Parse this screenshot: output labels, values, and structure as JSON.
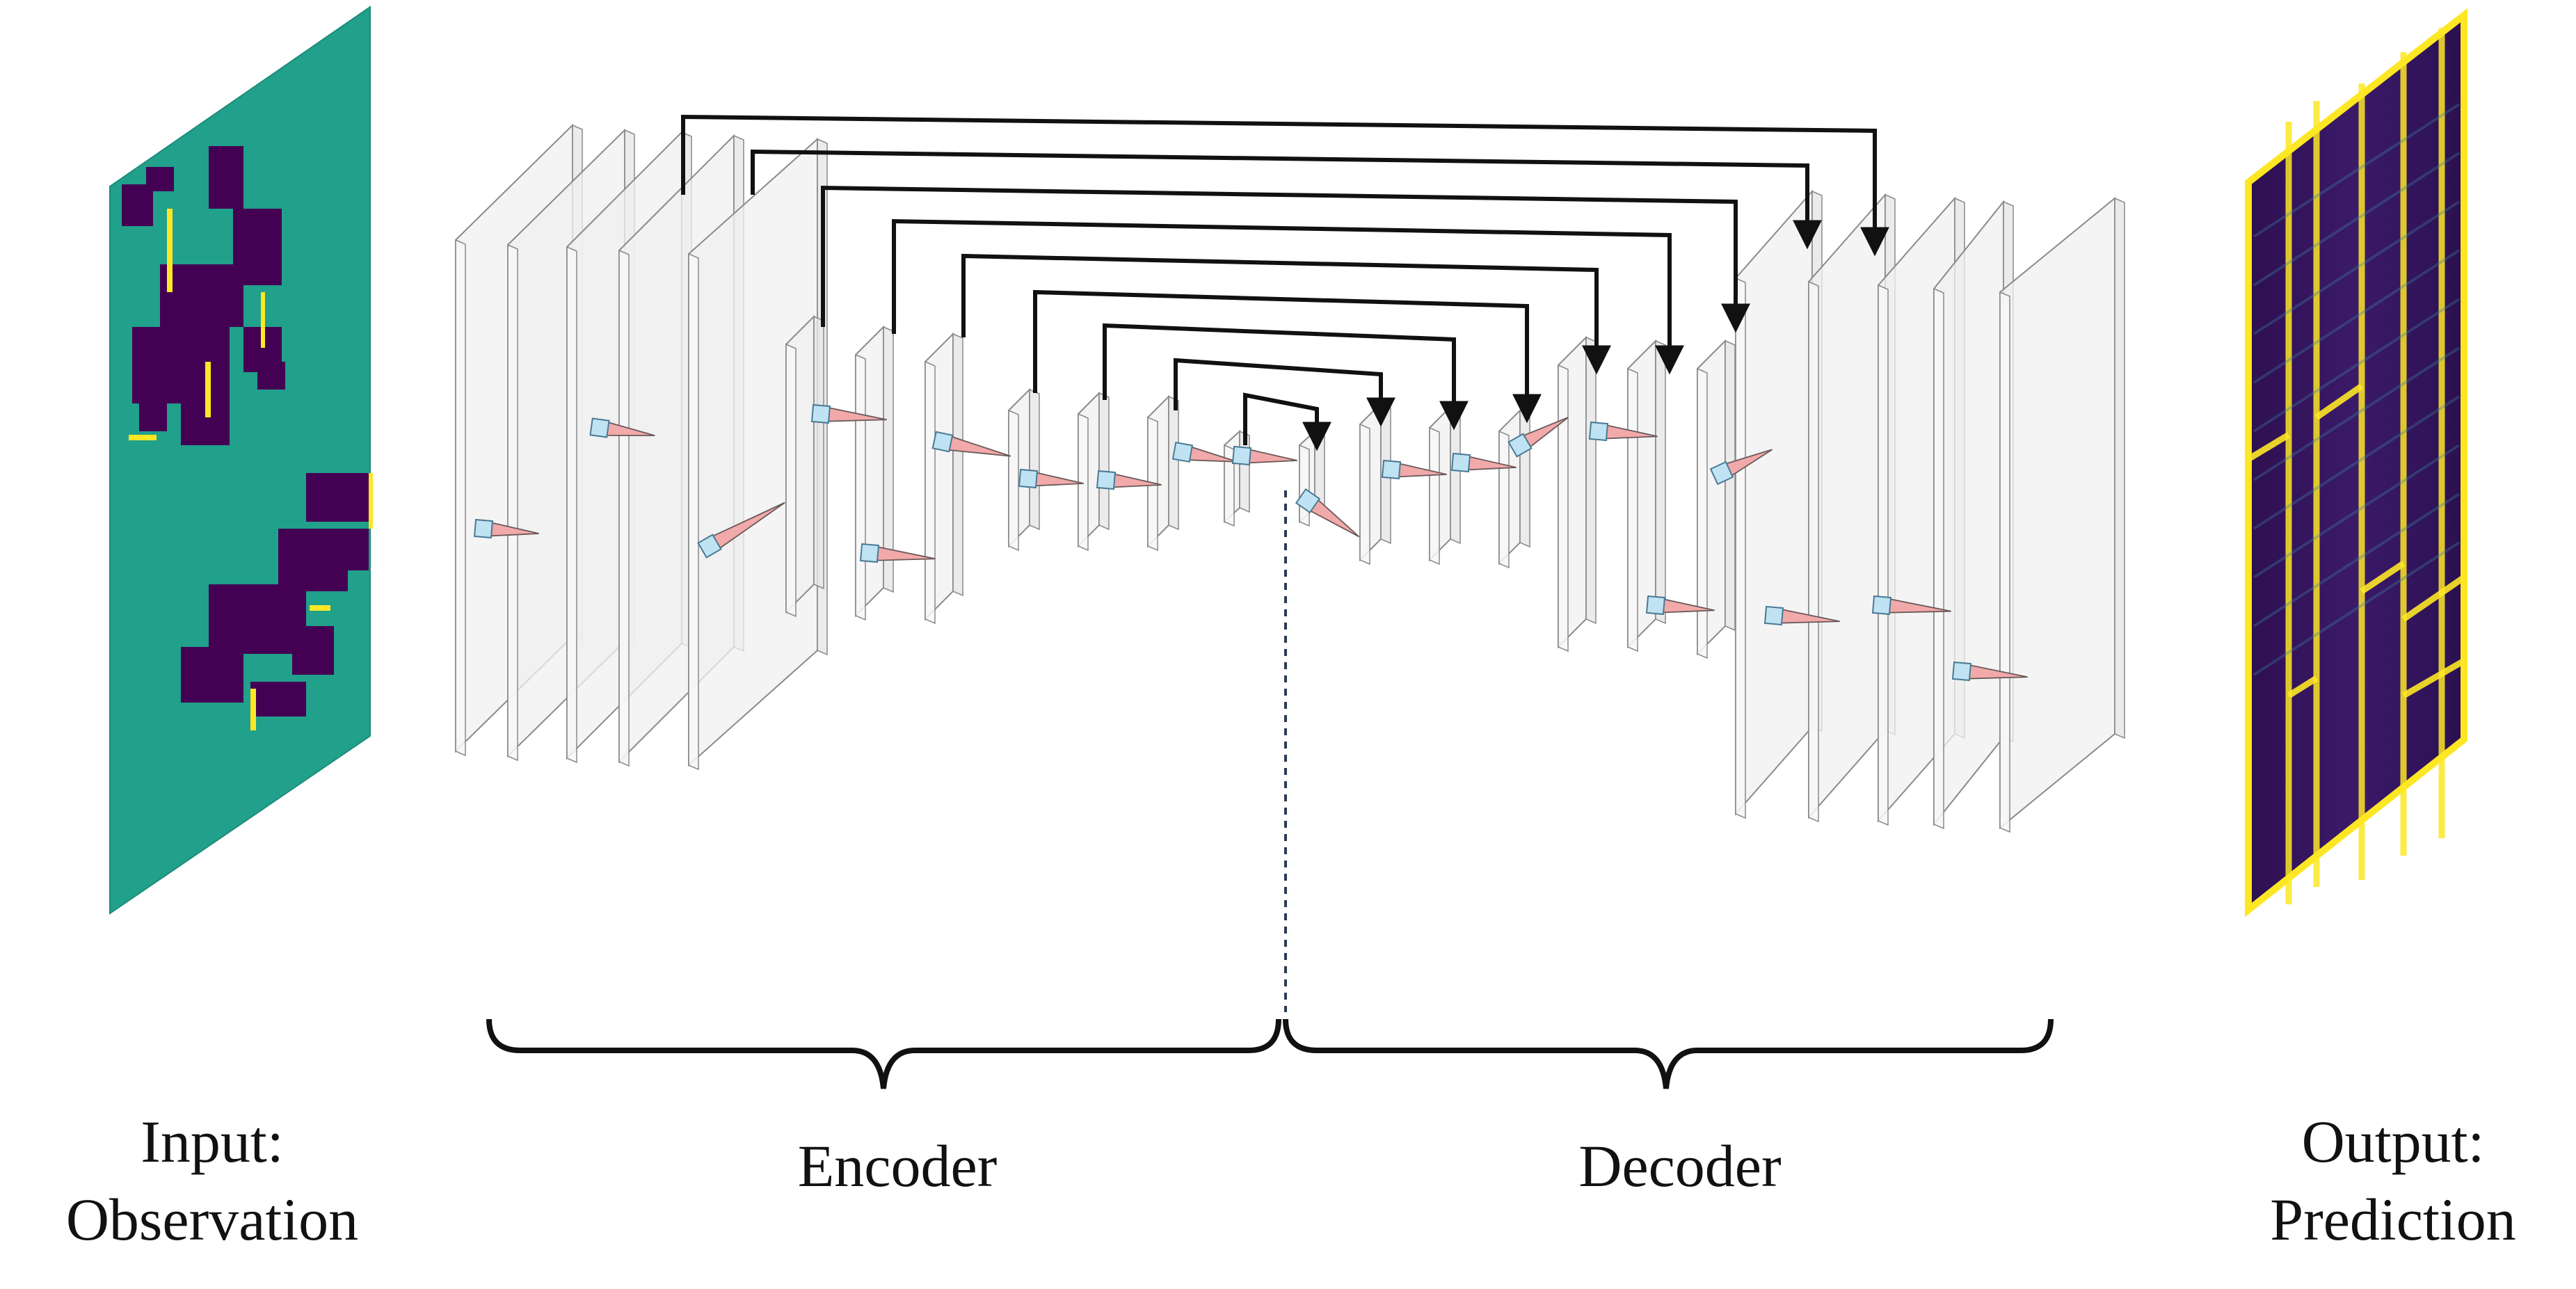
{
  "labels": {
    "input_line1": "Input:",
    "input_line2": "Observation",
    "encoder": "Encoder",
    "decoder": "Decoder",
    "output_line1": "Output:",
    "output_line2": "Prediction"
  },
  "colors": {
    "input_background": "#21a08b",
    "input_blob": "#440154",
    "input_edge": "#fde725",
    "output_background": "#3b1261",
    "output_line": "#fde725",
    "layer_fill": "#f0f0f0",
    "layer_stroke": "#8a8a8a",
    "kernel_cone": "#f2a9aa",
    "kernel_cube": "#bfe3f2",
    "skip_arrow": "#111111"
  }
}
